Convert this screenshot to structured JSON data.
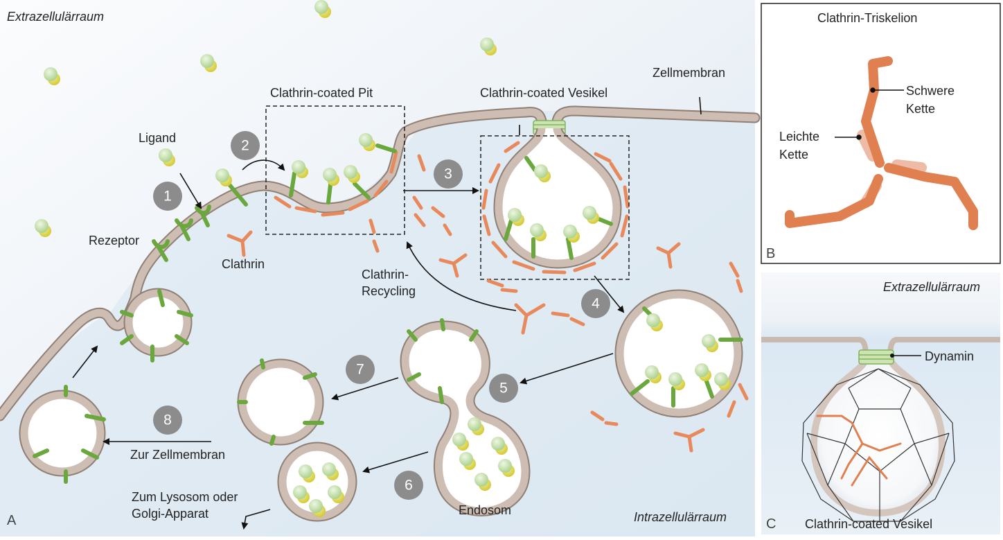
{
  "panel_a": {
    "letter": "A",
    "extracellular": "Extrazellulärraum",
    "intracellular": "Intrazellulärraum",
    "labels": {
      "ligand": "Ligand",
      "rezeptor": "Rezeptor",
      "clathrin": "Clathrin",
      "pit": "Clathrin-coated Pit",
      "vesikel": "Clathrin-coated Vesikel",
      "zellmembran": "Zellmembran",
      "recycling_1": "Clathrin-",
      "recycling_2": "Recycling",
      "zur_zellmembran": "Zur Zellmembran",
      "lysosom_1": "Zum Lysosom oder",
      "lysosom_2": "Golgi-Apparat",
      "endosom": "Endosom"
    },
    "steps": [
      "1",
      "2",
      "3",
      "4",
      "5",
      "6",
      "7",
      "8"
    ]
  },
  "panel_b": {
    "letter": "B",
    "title": "Clathrin-Triskelion",
    "heavy_1": "Schwere",
    "heavy_2": "Kette",
    "light_1": "Leichte",
    "light_2": "Kette"
  },
  "panel_c": {
    "letter": "C",
    "extracellular": "Extrazellulärraum",
    "dynamin": "Dynamin",
    "caption": "Clathrin-coated Vesikel"
  },
  "colors": {
    "membrane": "#c9b9ae",
    "membrane_edge": "#8f7f74",
    "receptor": "#6aa83e",
    "clathrin": "#e8895c",
    "step_circle": "#8c8c8c",
    "intracellular_bg": "#dbe7f1",
    "ligand_green": "#b8d99a",
    "ligand_yellow": "#e0d84a"
  }
}
